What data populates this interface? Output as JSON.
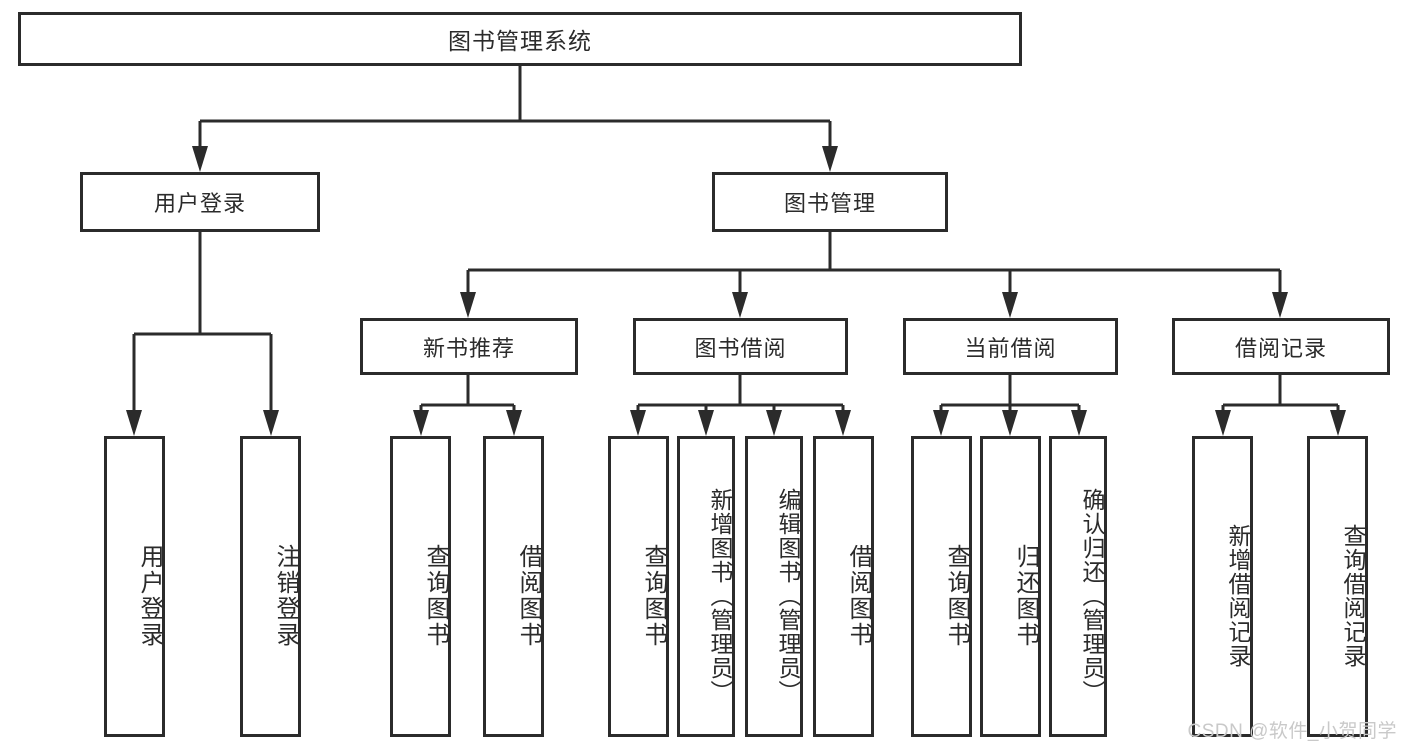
{
  "diagram": {
    "title": "图书管理系统",
    "type": "tree-hierarchy",
    "watermark": "CSDN @软件_小贺同学",
    "colors": {
      "line": "#2b2b2b",
      "box_border": "#2b2b2b",
      "box_fill": "#ffffff",
      "background": "#ffffff",
      "watermark": "#c9c9c9"
    }
  },
  "nodes": {
    "root": {
      "label": "图书管理系统"
    },
    "level2": [
      {
        "label": "用户登录"
      },
      {
        "label": "图书管理"
      }
    ],
    "level3": [
      {
        "label": "新书推荐"
      },
      {
        "label": "图书借阅"
      },
      {
        "label": "当前借阅"
      },
      {
        "label": "借阅记录"
      }
    ],
    "leaves": [
      {
        "label": "用户登录",
        "parent": "用户登录"
      },
      {
        "label": "注销登录",
        "parent": "用户登录"
      },
      {
        "label": "查询图书",
        "parent": "新书推荐"
      },
      {
        "label": "借阅图书",
        "parent": "新书推荐"
      },
      {
        "label": "查询图书",
        "parent": "图书借阅"
      },
      {
        "label": "新增图书（管理员）",
        "parent": "图书借阅"
      },
      {
        "label": "编辑图书（管理员）",
        "parent": "图书借阅"
      },
      {
        "label": "借阅图书",
        "parent": "图书借阅"
      },
      {
        "label": "查询图书",
        "parent": "当前借阅"
      },
      {
        "label": "归还图书",
        "parent": "当前借阅"
      },
      {
        "label": "确认归还（管理员）",
        "parent": "当前借阅"
      },
      {
        "label": "新增借阅记录",
        "parent": "借阅记录"
      },
      {
        "label": "查询借阅记录",
        "parent": "借阅记录"
      }
    ]
  }
}
